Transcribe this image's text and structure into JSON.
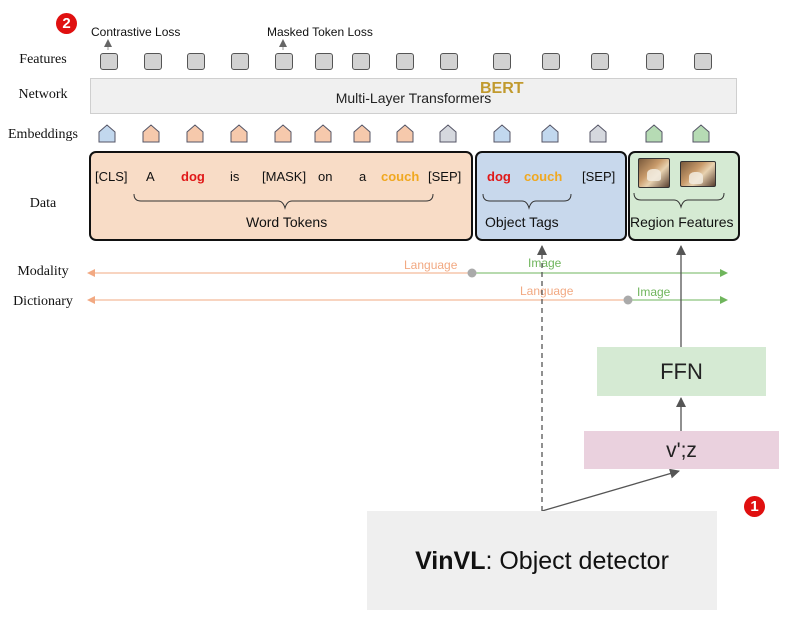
{
  "badges": {
    "top": "2",
    "bottom": "1"
  },
  "losses": {
    "contrastive": "Contrastive Loss",
    "masked": "Masked Token Loss"
  },
  "row_labels": {
    "features": "Features",
    "network": "Network",
    "embeddings": "Embeddings",
    "data": "Data",
    "modality": "Modality",
    "dictionary": "Dictionary"
  },
  "network": {
    "label": "Multi-Layer Transformers",
    "model": "BERT"
  },
  "word_tokens": [
    "[CLS]",
    "A",
    "dog",
    "is",
    "[MASK]",
    "on",
    "a",
    "couch",
    "[SEP]"
  ],
  "object_tags": [
    "dog",
    "couch",
    "[SEP]"
  ],
  "groups": {
    "word_tokens": "Word Tokens",
    "object_tags": "Object Tags",
    "region_features": "Region Features"
  },
  "modality": {
    "language": "Language",
    "image": "Image"
  },
  "dictionary": {
    "language": "Language",
    "image": "Image"
  },
  "boxes": {
    "ffn": "FFN",
    "vz": "v';z",
    "vinvl_bold": "VinVL",
    "vinvl_rest": ": Object detector"
  },
  "colors": {
    "word_fill": "#f8dcc6",
    "tag_fill": "#c8d8ec",
    "region_fill": "#d5ead3",
    "embed_gray": "#d5d8de",
    "embed_orange": "#f6c9ac",
    "embed_blue": "#c2d8ee",
    "embed_green": "#b6dbb4",
    "language": "#f2a982",
    "image": "#6fb55c",
    "highlight_red": "#e01818",
    "highlight_yellow": "#f0a820",
    "bert": "#c19a2e"
  }
}
